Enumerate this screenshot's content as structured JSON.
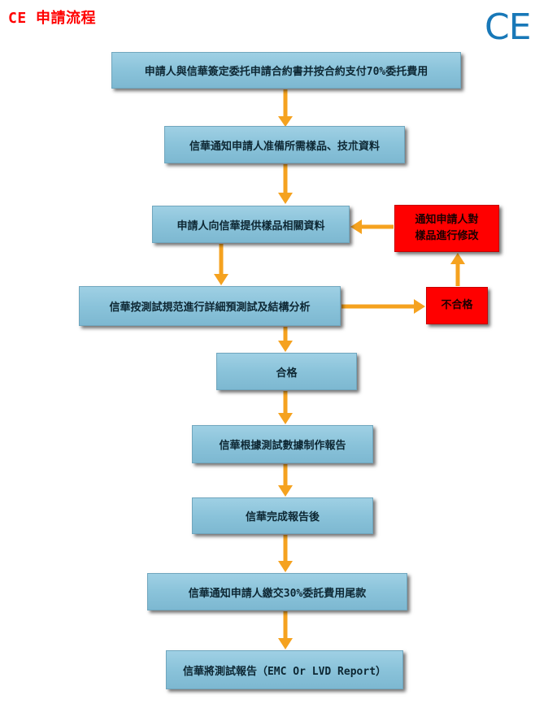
{
  "title": "CE 申請流程",
  "logo": "CE",
  "colors": {
    "arrow": "#f5a21f",
    "box_fill": "#8ac3da",
    "red_box": "#ff0000",
    "title": "#ff0000",
    "logo": "#1878b8"
  },
  "steps": [
    "申請人與信華簽定委托申請合約書并按合約支付70%委托費用",
    "信華通知申請人准備所需樣品、技朮資料",
    "申請人向信華提供樣品相關資料",
    "信華按測試規范進行詳細預測試及結構分析",
    "合格",
    "信華根據測試數據制作報告",
    "信華完成報告後",
    "信華通知申請人繳交30%委託費用尾款",
    "信華將測試報告（EMC Or LVD Report）"
  ],
  "branch": {
    "fail": "不合格",
    "notify": [
      "通知申請人對",
      "樣品進行修改"
    ]
  }
}
